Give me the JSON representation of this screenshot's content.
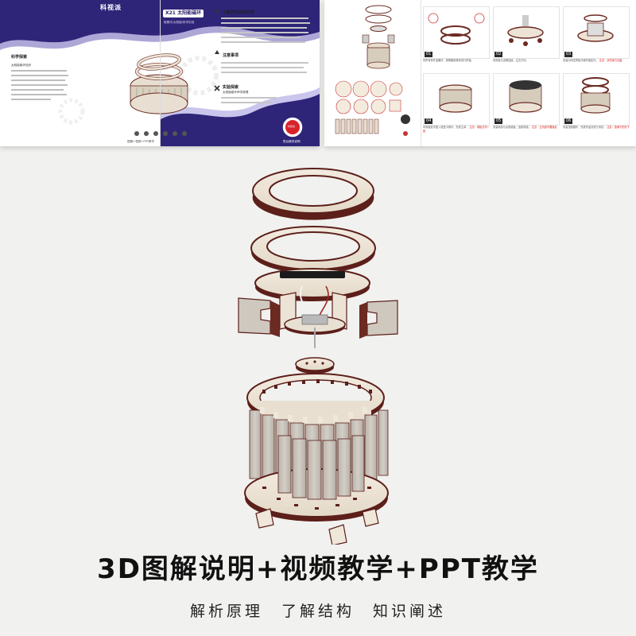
{
  "brochure": {
    "brand": "科视派",
    "kit_label": "X21 太阳能磁环",
    "kit_sublabel": "磁悬浮/太阳能/科学实验",
    "section_science": "科学探索",
    "section_knowledge": "太阳能磁环知识",
    "section_small_knowledge": "小制作背后的科学",
    "section_notes": "注意事项",
    "section_tips": "实验探索",
    "section_tips_sub": "太阳能磁环声学原理",
    "stamp": "科视派",
    "footer_left": "图解+视频+PPT教学",
    "footer_right": "售后服务说明",
    "steps": [
      {
        "num": "01",
        "caption": "将所有零件准备好，按照图纸顺序进行拼装。",
        "warn": ""
      },
      {
        "num": "02",
        "caption": "将底板与支脚连接，注意方向。",
        "warn": ""
      },
      {
        "num": "03",
        "caption": "安装中间支撑板与磁环固定件。",
        "warn": "注意：请勿用力过猛"
      },
      {
        "num": "04",
        "caption": "将侧板依次插入底盘卡槽中，完成主体。",
        "warn": "注意：侧板方向一致"
      },
      {
        "num": "05",
        "caption": "安装电机与太阳能板，连接导线。",
        "warn": "注意：正负极不要接反"
      },
      {
        "num": "06",
        "caption": "安装顶部圆环，完成作品并进行测试。",
        "warn": "注意：放置于阳光下"
      }
    ]
  },
  "headline": "3D图解说明+视频教学+PPT教学",
  "subline": "解析原理　了解结构　知识阐述",
  "colors": {
    "brochure_purple": "#2e2478",
    "wood": "#ece3d6",
    "wood_edge": "#5c1f1a",
    "panel": "#c9c4bc",
    "background": "#f1f1ef"
  }
}
